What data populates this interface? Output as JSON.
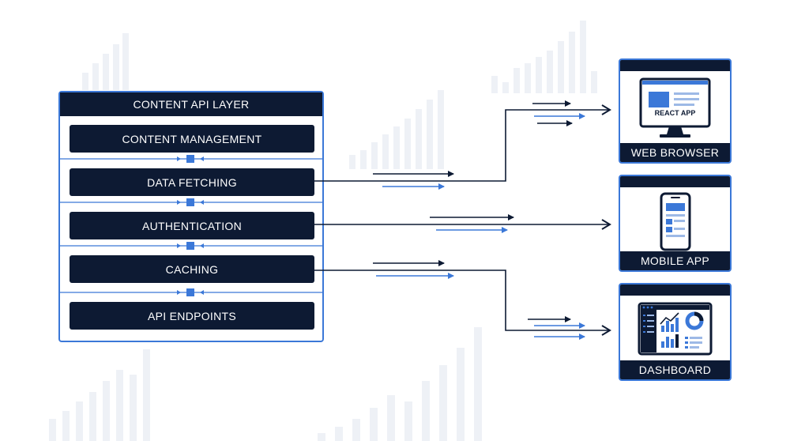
{
  "api_layer": {
    "title": "CONTENT API LAYER",
    "modules": [
      {
        "label": "CONTENT MANAGEMENT"
      },
      {
        "label": "DATA FETCHING"
      },
      {
        "label": "AUTHENTICATION"
      },
      {
        "label": "CACHING"
      },
      {
        "label": "API ENDPOINTS"
      }
    ]
  },
  "clients": [
    {
      "label": "WEB BROWSER",
      "screen_text": "REACT APP",
      "icon": "monitor-icon"
    },
    {
      "label": "MOBILE APP",
      "icon": "smartphone-icon"
    },
    {
      "label": "DASHBOARD",
      "icon": "dashboard-icon"
    }
  ],
  "colors": {
    "navy": "#0d1a33",
    "accent_blue": "#3b78d8",
    "background_bars": "#eef1f6"
  }
}
